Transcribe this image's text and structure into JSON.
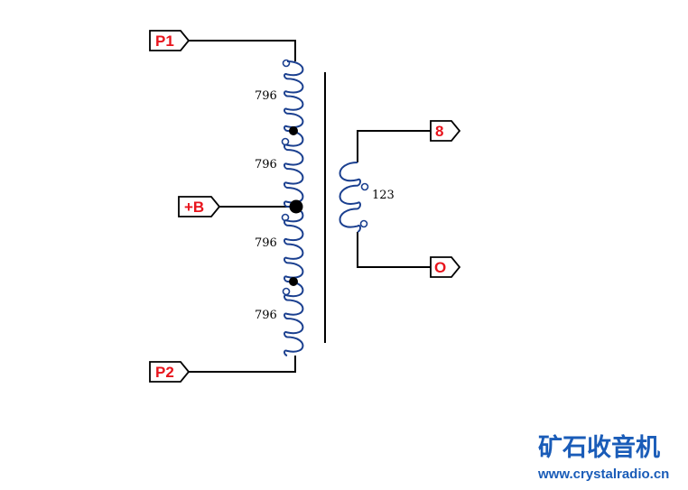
{
  "colors": {
    "wire": "#000000",
    "coil": "#1a3f8f",
    "tag_border": "#000000",
    "tag_text": "#e8141c",
    "brand": "#1a5cb8"
  },
  "terminals": {
    "p1": "P1",
    "b_plus": "+B",
    "p2": "P2",
    "out_8": "8",
    "out_0": "O"
  },
  "windings": {
    "primary_1": "796",
    "primary_2": "796",
    "primary_3": "796",
    "primary_4": "796",
    "secondary": "123"
  },
  "watermark": {
    "name": "矿石收音机",
    "url": "www.crystalradio.cn"
  }
}
